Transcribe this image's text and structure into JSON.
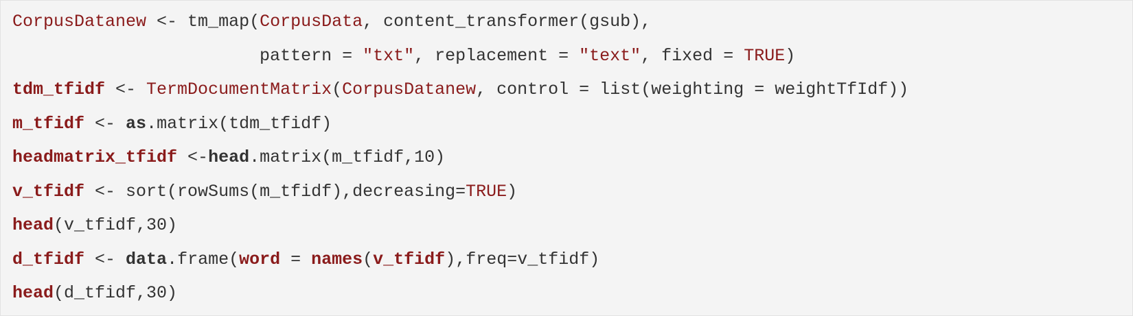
{
  "code": {
    "lines": [
      [
        {
          "text": "CorpusDatanew",
          "style": "red"
        },
        {
          "text": " <- tm_map(",
          "style": "dark"
        },
        {
          "text": "CorpusData",
          "style": "red"
        },
        {
          "text": ", content_transformer(gsub),",
          "style": "dark"
        }
      ],
      [
        {
          "text": "                        pattern = ",
          "style": "dark"
        },
        {
          "text": "\"txt\"",
          "style": "red"
        },
        {
          "text": ", replacement = ",
          "style": "dark"
        },
        {
          "text": "\"text\"",
          "style": "red"
        },
        {
          "text": ", fixed = ",
          "style": "dark"
        },
        {
          "text": "TRUE",
          "style": "red"
        },
        {
          "text": ")",
          "style": "dark"
        }
      ],
      [
        {
          "text": "tdm_tfidf",
          "style": "bold-red"
        },
        {
          "text": " <- ",
          "style": "dark"
        },
        {
          "text": "TermDocumentMatrix",
          "style": "red"
        },
        {
          "text": "(",
          "style": "dark"
        },
        {
          "text": "CorpusDatanew",
          "style": "red"
        },
        {
          "text": ", control = list(weighting = weightTfIdf))",
          "style": "dark"
        }
      ],
      [
        {
          "text": "m_tfidf",
          "style": "bold-red"
        },
        {
          "text": " <- ",
          "style": "dark"
        },
        {
          "text": "as",
          "style": "bold-dark"
        },
        {
          "text": ".matrix(tdm_tfidf)",
          "style": "dark"
        }
      ],
      [
        {
          "text": "headmatrix_tfidf",
          "style": "bold-red"
        },
        {
          "text": " <-",
          "style": "dark"
        },
        {
          "text": "head",
          "style": "bold-dark"
        },
        {
          "text": ".matrix(m_tfidf,10)",
          "style": "dark"
        }
      ],
      [
        {
          "text": "v_tfidf",
          "style": "bold-red"
        },
        {
          "text": " <- sort(rowSums(m_tfidf),decreasing=",
          "style": "dark"
        },
        {
          "text": "TRUE",
          "style": "red"
        },
        {
          "text": ")",
          "style": "dark"
        }
      ],
      [
        {
          "text": "head",
          "style": "bold-red"
        },
        {
          "text": "(v_tfidf,30)",
          "style": "dark"
        }
      ],
      [
        {
          "text": "d_tfidf",
          "style": "bold-red"
        },
        {
          "text": " <- ",
          "style": "dark"
        },
        {
          "text": "data",
          "style": "bold-dark"
        },
        {
          "text": ".frame(",
          "style": "dark"
        },
        {
          "text": "word",
          "style": "bold-red"
        },
        {
          "text": " = ",
          "style": "dark"
        },
        {
          "text": "names",
          "style": "bold-red"
        },
        {
          "text": "(",
          "style": "dark"
        },
        {
          "text": "v_tfidf",
          "style": "bold-red"
        },
        {
          "text": "),freq=v_tfidf)",
          "style": "dark"
        }
      ],
      [
        {
          "text": "head",
          "style": "bold-red"
        },
        {
          "text": "(d_tfidf,30)",
          "style": "dark"
        }
      ]
    ]
  }
}
